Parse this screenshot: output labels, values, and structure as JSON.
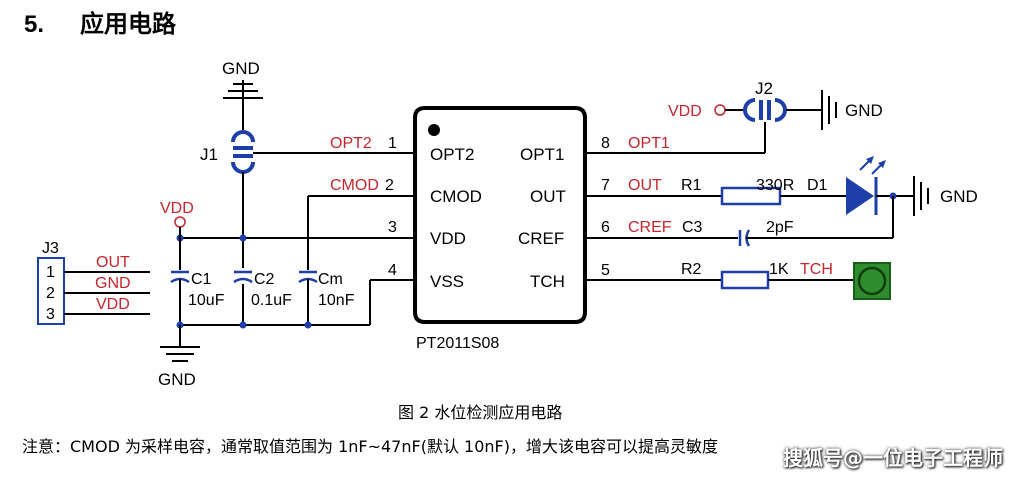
{
  "section": {
    "number": "5.",
    "title": "应用电路"
  },
  "chip": {
    "name": "PT2011S08",
    "left_pins": [
      {
        "num": "1",
        "name": "OPT2",
        "net": "OPT2"
      },
      {
        "num": "2",
        "name": "CMOD",
        "net": "CMOD"
      },
      {
        "num": "3",
        "name": "VDD",
        "net": ""
      },
      {
        "num": "4",
        "name": "VSS",
        "net": ""
      }
    ],
    "right_pins": [
      {
        "num": "8",
        "name": "OPT1",
        "net": "OPT1"
      },
      {
        "num": "7",
        "name": "OUT",
        "net": "OUT"
      },
      {
        "num": "6",
        "name": "CREF",
        "net": "CREF"
      },
      {
        "num": "5",
        "name": "TCH",
        "net": ""
      }
    ]
  },
  "labels": {
    "gnd": "GND",
    "vdd": "VDD",
    "j1": "J1",
    "j2": "J2",
    "j3": "J3",
    "c1": "C1",
    "c1_val": "10uF",
    "c2": "C2",
    "c2_val": "0.1uF",
    "cm": "Cm",
    "cm_val": "10nF",
    "r1": "R1",
    "r1_val": "330R",
    "d1": "D1",
    "c3": "C3",
    "c3_val": "2pF",
    "r2": "R2",
    "r2_val": "1K",
    "tch": "TCH"
  },
  "connector_j3": {
    "pins": [
      "1",
      "2",
      "3"
    ],
    "nets": [
      "OUT",
      "GND",
      "VDD"
    ]
  },
  "caption": "图 2  水位检测应用电路",
  "note": "注意：CMOD 为采样电容，通常取值范围为 1nF~47nF(默认 10nF)，增大该电容可以提高灵敏度",
  "watermark": "搜狐号@一位电子工程师",
  "colors": {
    "net_label": "#c1272d",
    "component": "#1f3fa8",
    "touch_pad": "#2e8b2e"
  }
}
